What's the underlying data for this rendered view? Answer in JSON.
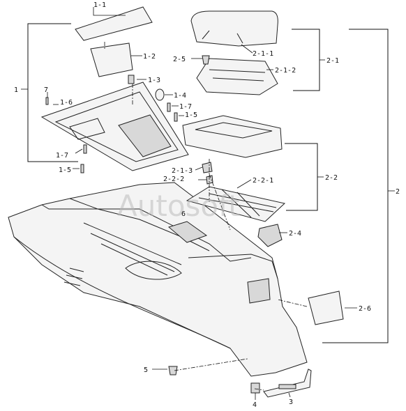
{
  "diagram": {
    "watermark": "Autosoft",
    "labels": {
      "l_1_1": "1-1",
      "l_1_2": "1-2",
      "l_1_3": "1-3",
      "l_1_4": "1-4",
      "l_1_7a": "1-7",
      "l_1_5a": "1-5",
      "l_1": "1",
      "l_7": "7",
      "l_1_6": "1-6",
      "l_1_7b": "1-7",
      "l_1_5b": "1-5",
      "l_2_5": "2-5",
      "l_2_1_1": "2-1-1",
      "l_2_1_2": "2-1-2",
      "l_2_1": "2-1",
      "l_2": "2",
      "l_2_1_3": "2-1-3",
      "l_2_2_2": "2-2-2",
      "l_2_2_1": "2-2-1",
      "l_2_2": "2-2",
      "l_6": "6",
      "l_2_4": "2-4",
      "l_2_6": "2-6",
      "l_5": "5",
      "l_4": "4",
      "l_3": "3"
    }
  }
}
